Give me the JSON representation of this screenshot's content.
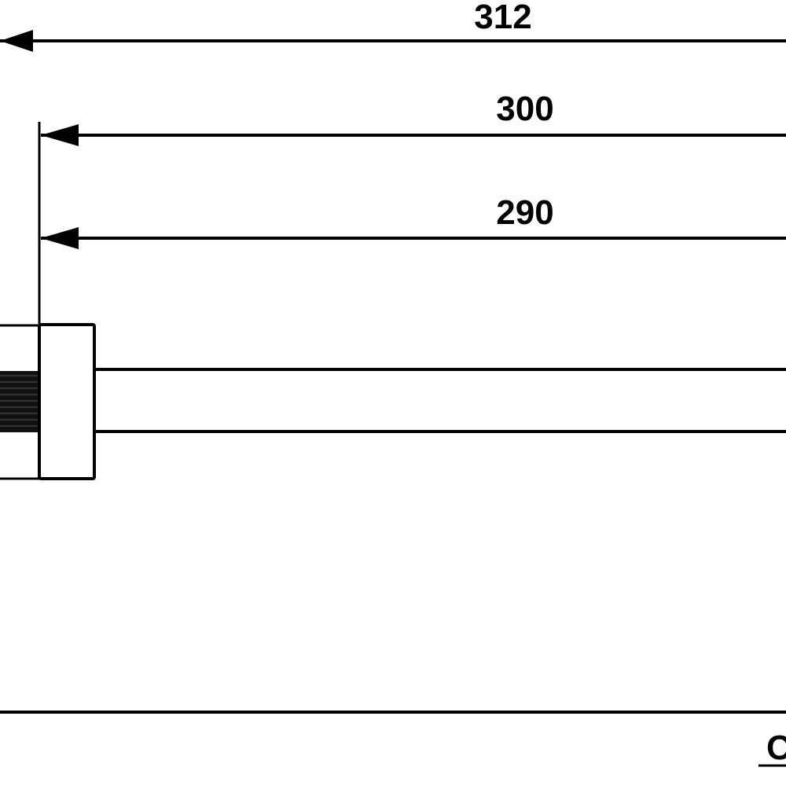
{
  "drawing": {
    "dimensions": [
      {
        "id": "overall-length",
        "value": "312"
      },
      {
        "id": "reach-length",
        "value": "300"
      },
      {
        "id": "bar-length",
        "value": "290"
      }
    ],
    "partial_label": "C"
  }
}
